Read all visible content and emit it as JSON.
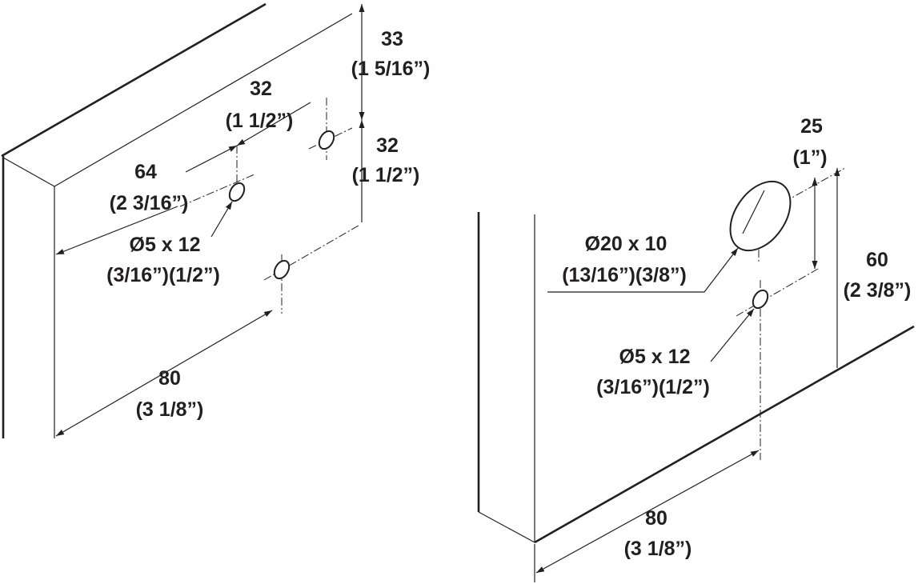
{
  "left_view": {
    "dim_top_offset": {
      "value": "33",
      "imperial": "(1 5/16”)"
    },
    "dim_hole_spacing_h": {
      "value": "32",
      "imperial": "(1 1/2”)"
    },
    "dim_hole_spacing_v": {
      "value": "32",
      "imperial": "(1 1/2”)"
    },
    "dim_edge_offset": {
      "value": "64",
      "imperial": "(2 3/16”)"
    },
    "dim_bottom_width": {
      "value": "80",
      "imperial": "(3 1/8”)"
    },
    "hole_spec": {
      "value": "Ø5  x 12",
      "imperial": "(3/16”)(1/2”)"
    }
  },
  "right_view": {
    "dim_top_offset": {
      "value": "25",
      "imperial": "(1”)"
    },
    "dim_height": {
      "value": "60",
      "imperial": "(2 3/8”)"
    },
    "dim_bottom_width": {
      "value": "80",
      "imperial": "(3 1/8”)"
    },
    "large_hole_spec": {
      "value": "Ø20  x 10",
      "imperial": "(13/16”)(3/8”)"
    },
    "small_hole_spec": {
      "value": "Ø5  x 12",
      "imperial": "(3/16”)(1/2”)"
    }
  }
}
